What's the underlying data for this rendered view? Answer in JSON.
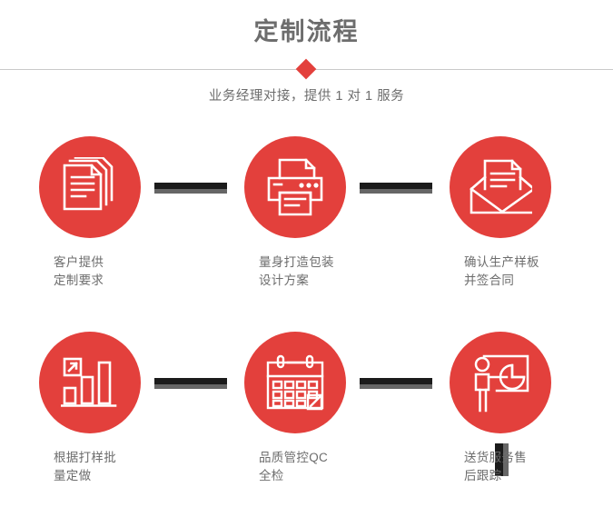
{
  "header": {
    "title": "定制流程",
    "subtitle": "业务经理对接，提供 1 对 1 服务",
    "divider_icon": "diamond-marker",
    "accent_color": "#e3403c",
    "text_color": "#6d6d6d",
    "divider_color": "#c9c9c9"
  },
  "flow": {
    "connector_color": "#1b1b1b",
    "connector_shadow_color": "#666666",
    "circle_color": "#e3403c",
    "steps": [
      {
        "index": 1,
        "icon": "documents-stack-icon",
        "label_line1": "客户提供",
        "label_line2": "定制要求"
      },
      {
        "index": 2,
        "icon": "printer-icon",
        "label_line1": "量身打造包装",
        "label_line2": "设计方案"
      },
      {
        "index": 3,
        "icon": "envelope-document-icon",
        "label_line1": "确认生产样板",
        "label_line2": "并签合同"
      },
      {
        "index": 4,
        "icon": "bar-chart-growth-icon",
        "label_line1": "根据打样批",
        "label_line2": "量定做"
      },
      {
        "index": 5,
        "icon": "calendar-check-icon",
        "label_line1": "品质管控QC",
        "label_line2": "全检"
      },
      {
        "index": 6,
        "icon": "presenter-chart-icon",
        "label_line1": "送货服务售",
        "label_line2": "后跟踪"
      }
    ]
  }
}
